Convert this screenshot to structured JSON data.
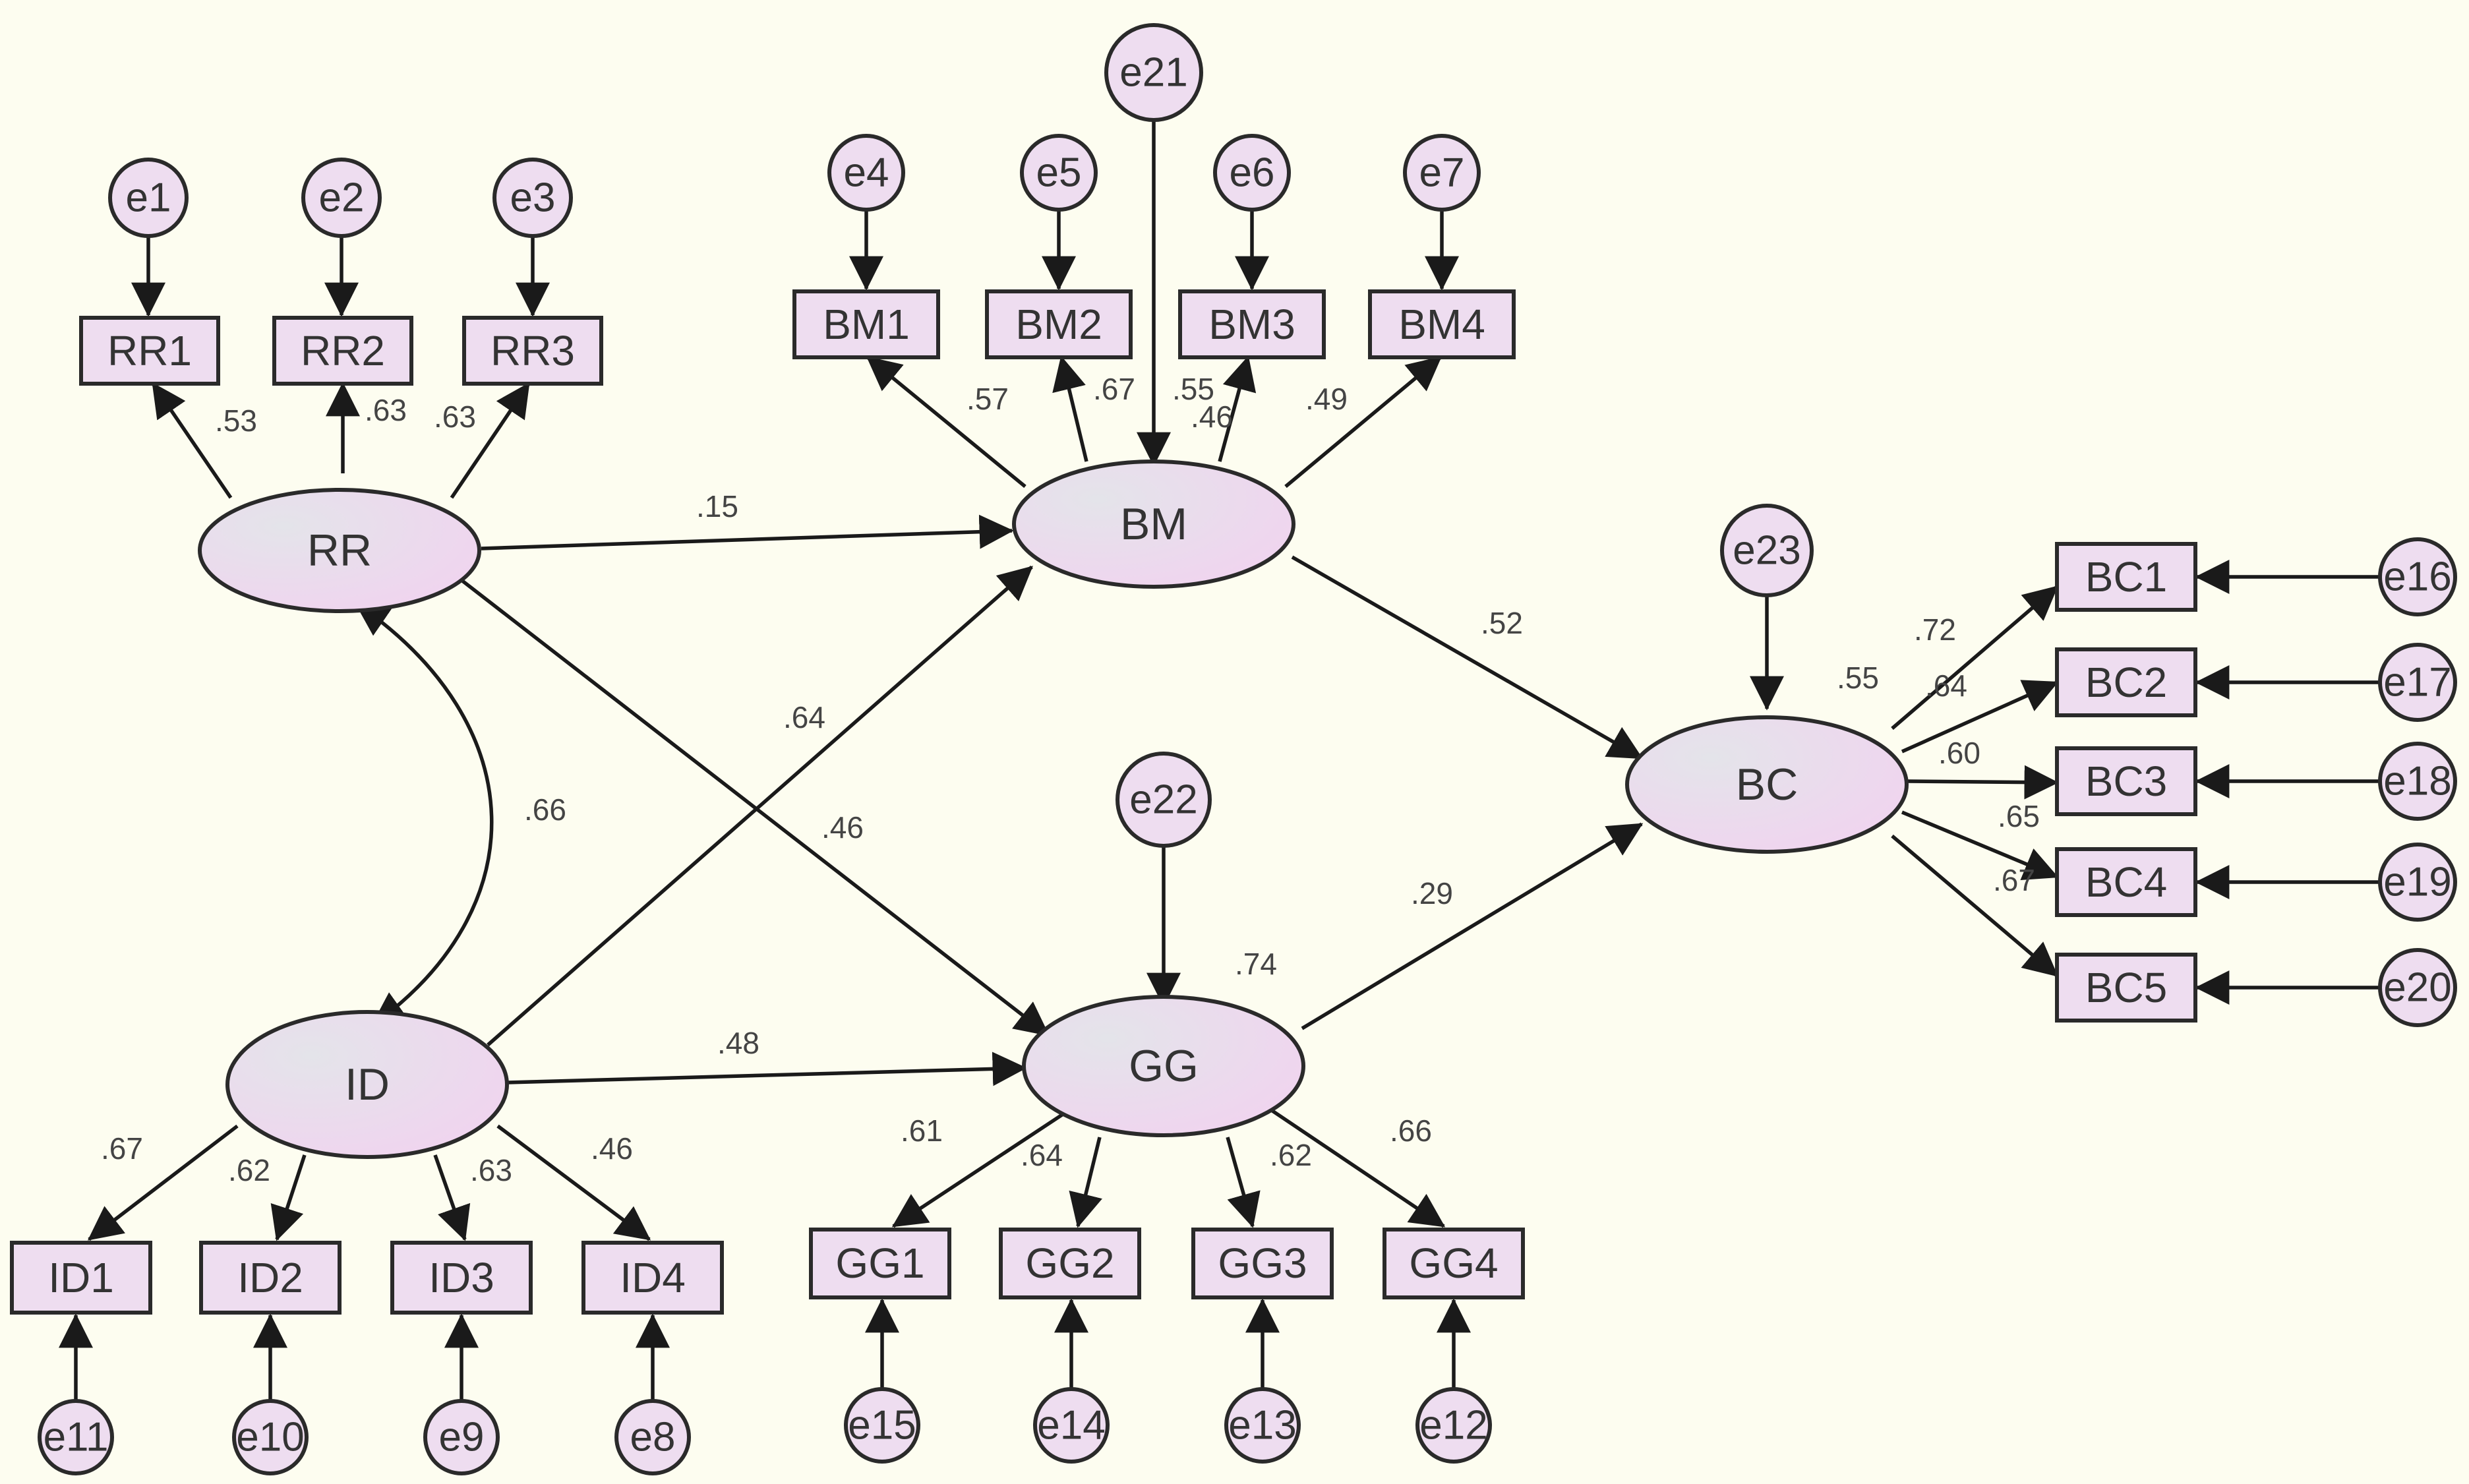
{
  "diagram": {
    "latents": {
      "RR": "RR",
      "BM": "BM",
      "BC": "BC",
      "GG": "GG",
      "ID": "ID"
    },
    "indicators": {
      "RR1": "RR1",
      "RR2": "RR2",
      "RR3": "RR3",
      "BM1": "BM1",
      "BM2": "BM2",
      "BM3": "BM3",
      "BM4": "BM4",
      "BC1": "BC1",
      "BC2": "BC2",
      "BC3": "BC3",
      "BC4": "BC4",
      "BC5": "BC5",
      "GG1": "GG1",
      "GG2": "GG2",
      "GG3": "GG3",
      "GG4": "GG4",
      "ID1": "ID1",
      "ID2": "ID2",
      "ID3": "ID3",
      "ID4": "ID4"
    },
    "errors": {
      "e1": "e1",
      "e2": "e2",
      "e3": "e3",
      "e4": "e4",
      "e5": "e5",
      "e6": "e6",
      "e7": "e7",
      "e8": "e8",
      "e9": "e9",
      "e10": "e10",
      "e11": "e11",
      "e12": "e12",
      "e13": "e13",
      "e14": "e14",
      "e15": "e15",
      "e16": "e16",
      "e17": "e17",
      "e18": "e18",
      "e19": "e19",
      "e20": "e20",
      "e21": "e21",
      "e22": "e22",
      "e23": "e23"
    },
    "coefficients": {
      "rr_rr1": ".53",
      "rr_rr2": ".63",
      "rr_rr3": ".63",
      "bm_bm1": ".57",
      "bm_bm2": ".67",
      "bm_bm3a": ".55",
      "bm_bm3b": ".46",
      "bm_bm4": ".49",
      "rr_bm": ".15",
      "rr_gg": ".46",
      "rr_id": ".66",
      "id_bm": ".64",
      "id_gg": ".48",
      "bm_bc": ".52",
      "gg_bc": ".29",
      "r2_bc": ".55",
      "r2_gg": ".74",
      "bc_bc1": ".72",
      "bc_bc2": ".64",
      "bc_bc3": ".60",
      "bc_bc4": ".65",
      "bc_bc5": ".67",
      "id_id1": ".67",
      "id_id2": ".62",
      "id_id3": ".63",
      "id_id4": ".46",
      "gg_gg1": ".61",
      "gg_gg2": ".64",
      "gg_gg3": ".62",
      "gg_gg4": ".66"
    }
  },
  "colors": {
    "background": "#fdfdf0",
    "node_fill": "#eeddf0",
    "stroke": "#2a2a2a"
  }
}
